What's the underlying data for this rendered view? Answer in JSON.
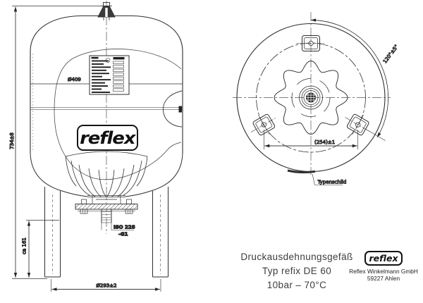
{
  "front_view": {
    "labels": {
      "overall_height": "734±8",
      "vessel_diameter": "Ø409",
      "foot_circle_diameter": "Ø293±2",
      "floor_clearance": "ca 161",
      "connection_standard": "ISO 228",
      "connection_thread": "-G1",
      "vessel_logo": "reflex"
    }
  },
  "top_view": {
    "labels": {
      "bolt_spacing": "(254)±1",
      "foot_angle": "120°±5°",
      "nameplate_callout": "Typenschild"
    }
  },
  "title_block": {
    "product": "Druckausdehnungsgefäß",
    "type_line": "Typ refix DE 60",
    "rating": "10bar – 70°C"
  },
  "manufacturer": {
    "logo_text": "reflex",
    "name": "Reflex Winkelmann GmbH",
    "city": "59227 Ahlen"
  },
  "colors": {
    "line": "#2e2e2e",
    "text": "#1d1d1d",
    "accent": "#111111"
  }
}
